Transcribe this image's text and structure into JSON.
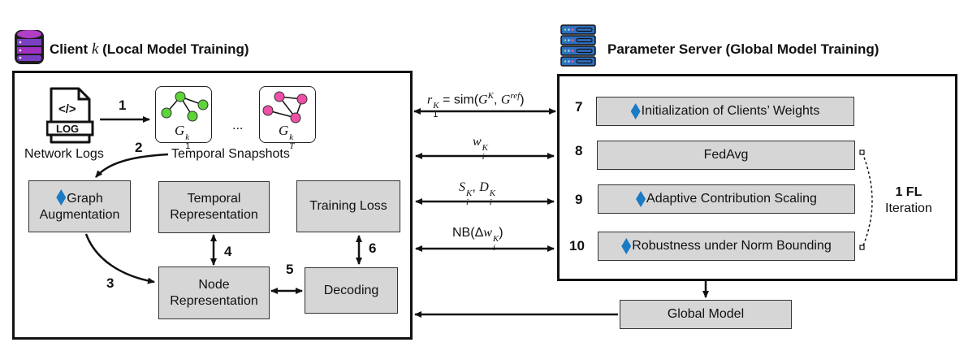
{
  "client": {
    "title_prefix": "Client",
    "title_var": "k",
    "title_suffix": "(Local Model Training)",
    "icon": "database-icon",
    "network_logs_label": "Network Logs",
    "log_icon_code": "</>",
    "log_icon_text": "LOG",
    "snapshots_label": "Temporal Snapshots",
    "snapshot_first": {
      "base": "G",
      "sup": "k",
      "sub": "1"
    },
    "snapshot_last": {
      "base": "G",
      "sup": "k",
      "sub": "T"
    },
    "ellipsis": "...",
    "boxes": {
      "graph_augmentation": {
        "line1": "Graph",
        "line2": "Augmentation",
        "novel": true
      },
      "temporal_representation": {
        "line1": "Temporal",
        "line2": "Representation"
      },
      "training_loss": {
        "line1": "Training Loss"
      },
      "node_representation": {
        "line1": "Node",
        "line2": "Representation"
      },
      "decoding": {
        "line1": "Decoding"
      }
    },
    "steps": [
      "1",
      "2",
      "3",
      "4",
      "5",
      "6"
    ]
  },
  "communication": {
    "links": [
      {
        "label_main": "r",
        "label_sup": "K",
        "label_sub": "1",
        "label_rest": " = ",
        "fn": "sim",
        "args": "(G",
        "arg_sup1": "K",
        "arg_mid": ", G",
        "arg_sup2": "ref",
        "arg_end": ")"
      },
      {
        "label_main": "w",
        "label_sup": "K",
        "label_sub": "i"
      },
      {
        "label_a": "S",
        "label_a_sup": "K",
        "label_a_sub": "i",
        "sep": ", ",
        "label_b": "D",
        "label_b_sup": "K",
        "label_b_sub": "i"
      },
      {
        "fn": "NB(",
        "delta": "Δ",
        "label_main": "w",
        "label_sup": "K",
        "label_sub": "i",
        "end": ")"
      }
    ]
  },
  "server": {
    "title": "Parameter Server (Global Model Training)",
    "icon": "server-rack-icon",
    "steps": [
      {
        "num": "7",
        "label": "Initialization of Clients’ Weights",
        "novel": true
      },
      {
        "num": "8",
        "label": "FedAvg",
        "novel": false
      },
      {
        "num": "9",
        "label": "Adaptive Contribution Scaling",
        "novel": true
      },
      {
        "num": "10",
        "label": "Robustness under Norm Bounding",
        "novel": true
      }
    ],
    "iteration_line1": "1 FL",
    "iteration_line2": "Iteration",
    "global_model": "Global Model"
  },
  "colors": {
    "novel_marker": "#1a7bc4",
    "box_fill": "#d6d6d6",
    "snapshot1_nodes": "#5fd33a",
    "snapshotT_nodes": "#ef4fa6",
    "database_purple": "#7b3fc4",
    "server_blue": "#2f6fc0"
  }
}
